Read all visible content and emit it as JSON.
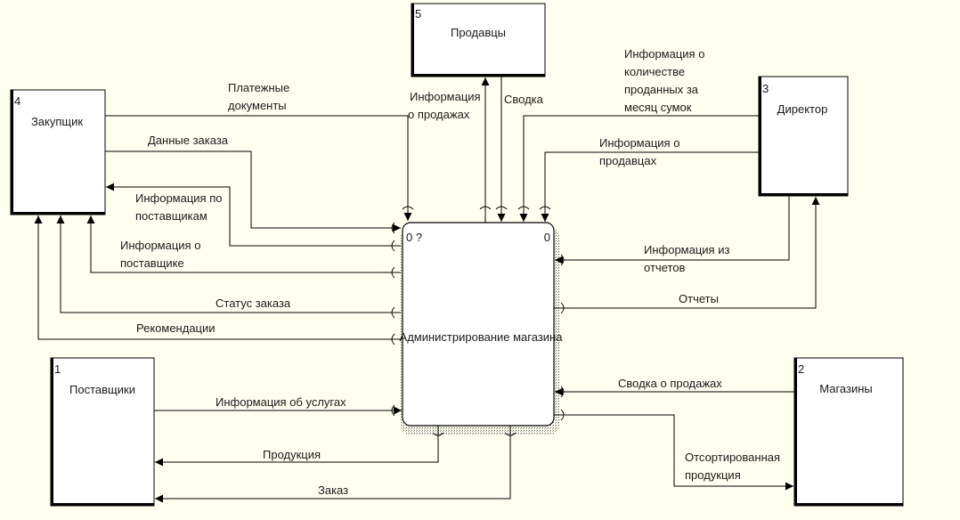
{
  "diagram": {
    "process": {
      "number": "0",
      "status": "0 ?",
      "title": "Администрирование магазина"
    },
    "externals": [
      {
        "id": "prodavtsy",
        "number": "5",
        "title": "Продавцы"
      },
      {
        "id": "zakupshchik",
        "number": "4",
        "title": "Закупщик"
      },
      {
        "id": "direktor",
        "number": "3",
        "title": "Директор"
      },
      {
        "id": "postavshchiki",
        "number": "1",
        "title": "Поставщики"
      },
      {
        "id": "magaziny",
        "number": "2",
        "title": "Магазины"
      }
    ],
    "flows": [
      {
        "id": "platezhnye",
        "lines": [
          "Платежные",
          "документы"
        ]
      },
      {
        "id": "dannye-zakaza",
        "lines": [
          "Данные заказа"
        ]
      },
      {
        "id": "info-postavshchikam",
        "lines": [
          "Информация по",
          "поставщикам"
        ]
      },
      {
        "id": "info-postavshchike",
        "lines": [
          "Информация о",
          "поставщике"
        ]
      },
      {
        "id": "status-zakaza",
        "lines": [
          "Статус заказа"
        ]
      },
      {
        "id": "rekomendatsii",
        "lines": [
          "Рекомендации"
        ]
      },
      {
        "id": "info-prodazhah",
        "lines": [
          "Информация",
          "о продажах"
        ]
      },
      {
        "id": "svodka",
        "lines": [
          "Сводка"
        ]
      },
      {
        "id": "info-kolichestve",
        "lines": [
          "Информация о",
          "количестве",
          "проданных за",
          "месяц сумок"
        ]
      },
      {
        "id": "info-prodavtsah",
        "lines": [
          "Информация о",
          "продавцах"
        ]
      },
      {
        "id": "info-otchetov",
        "lines": [
          "Информация из",
          "отчетов"
        ]
      },
      {
        "id": "otchety",
        "lines": [
          "Отчеты"
        ]
      },
      {
        "id": "info-uslugah",
        "lines": [
          "Информация об услугах"
        ]
      },
      {
        "id": "produktsiya",
        "lines": [
          "Продукция"
        ]
      },
      {
        "id": "zakaz",
        "lines": [
          "Заказ"
        ]
      },
      {
        "id": "svodka-prodazham",
        "lines": [
          "Сводка о продажах"
        ]
      },
      {
        "id": "otsortirovannaya",
        "lines": [
          "Отсортированная",
          "продукция"
        ]
      }
    ]
  }
}
